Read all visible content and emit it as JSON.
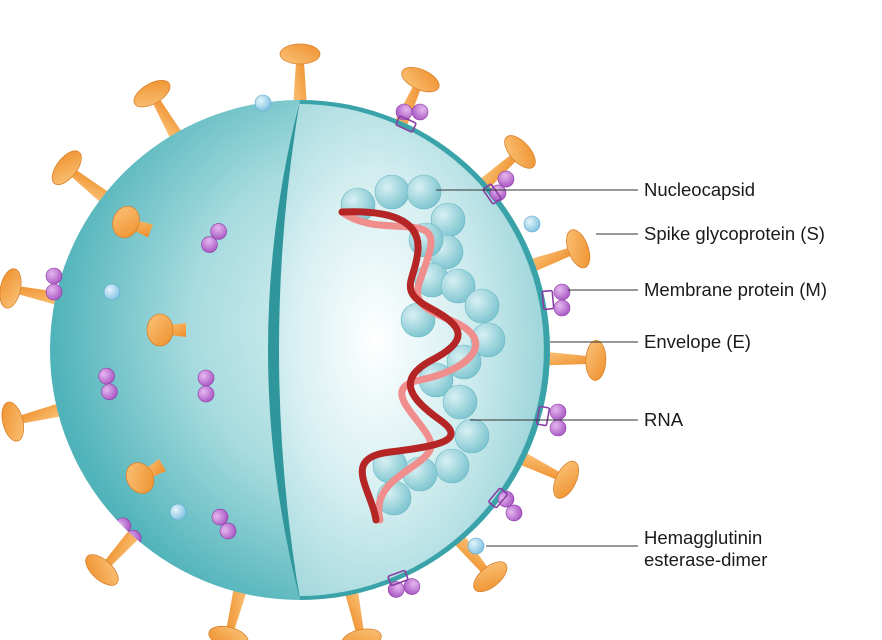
{
  "colors": {
    "background": "#ffffff",
    "sphere_light": "#e2f4f5",
    "sphere_mid": "#a6dbdf",
    "sphere_dark": "#4fb3b9",
    "envelope": "#3aa3a9",
    "spike": "#f5a244",
    "spike_edge": "#d9822b",
    "membrane_protein": "#c27ad6",
    "membrane_edge": "#8a3ea3",
    "he_dimer": "#a9d8ee",
    "nucleocapsid": "#9fd6df",
    "rna_front": "#b52525",
    "rna_back": "#f08e8e",
    "leader_line": "#333333",
    "label_text": "#1a1a1a"
  },
  "labels": {
    "nucleocapsid": "Nucleocapsid",
    "spike": "Spike glycoprotein (S)",
    "membrane": "Membrane protein (M)",
    "envelope": "Envelope (E)",
    "rna": "RNA",
    "he_line1": "Hemagglutinin",
    "he_line2": "esterase-dimer"
  }
}
